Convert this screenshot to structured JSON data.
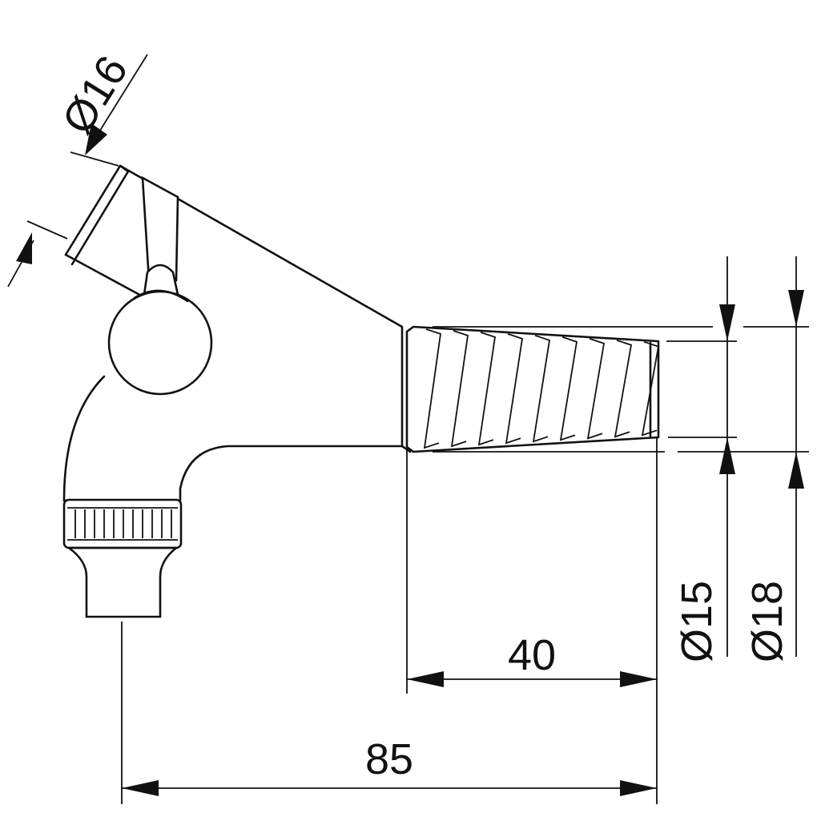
{
  "dimensions": {
    "diameter_outlet": "Ø16",
    "thread_minor_diameter": "Ø15",
    "thread_major_diameter": "Ø18",
    "thread_length": "40",
    "overall_length": "85"
  },
  "colors": {
    "line": "#111111",
    "background": "#ffffff"
  }
}
